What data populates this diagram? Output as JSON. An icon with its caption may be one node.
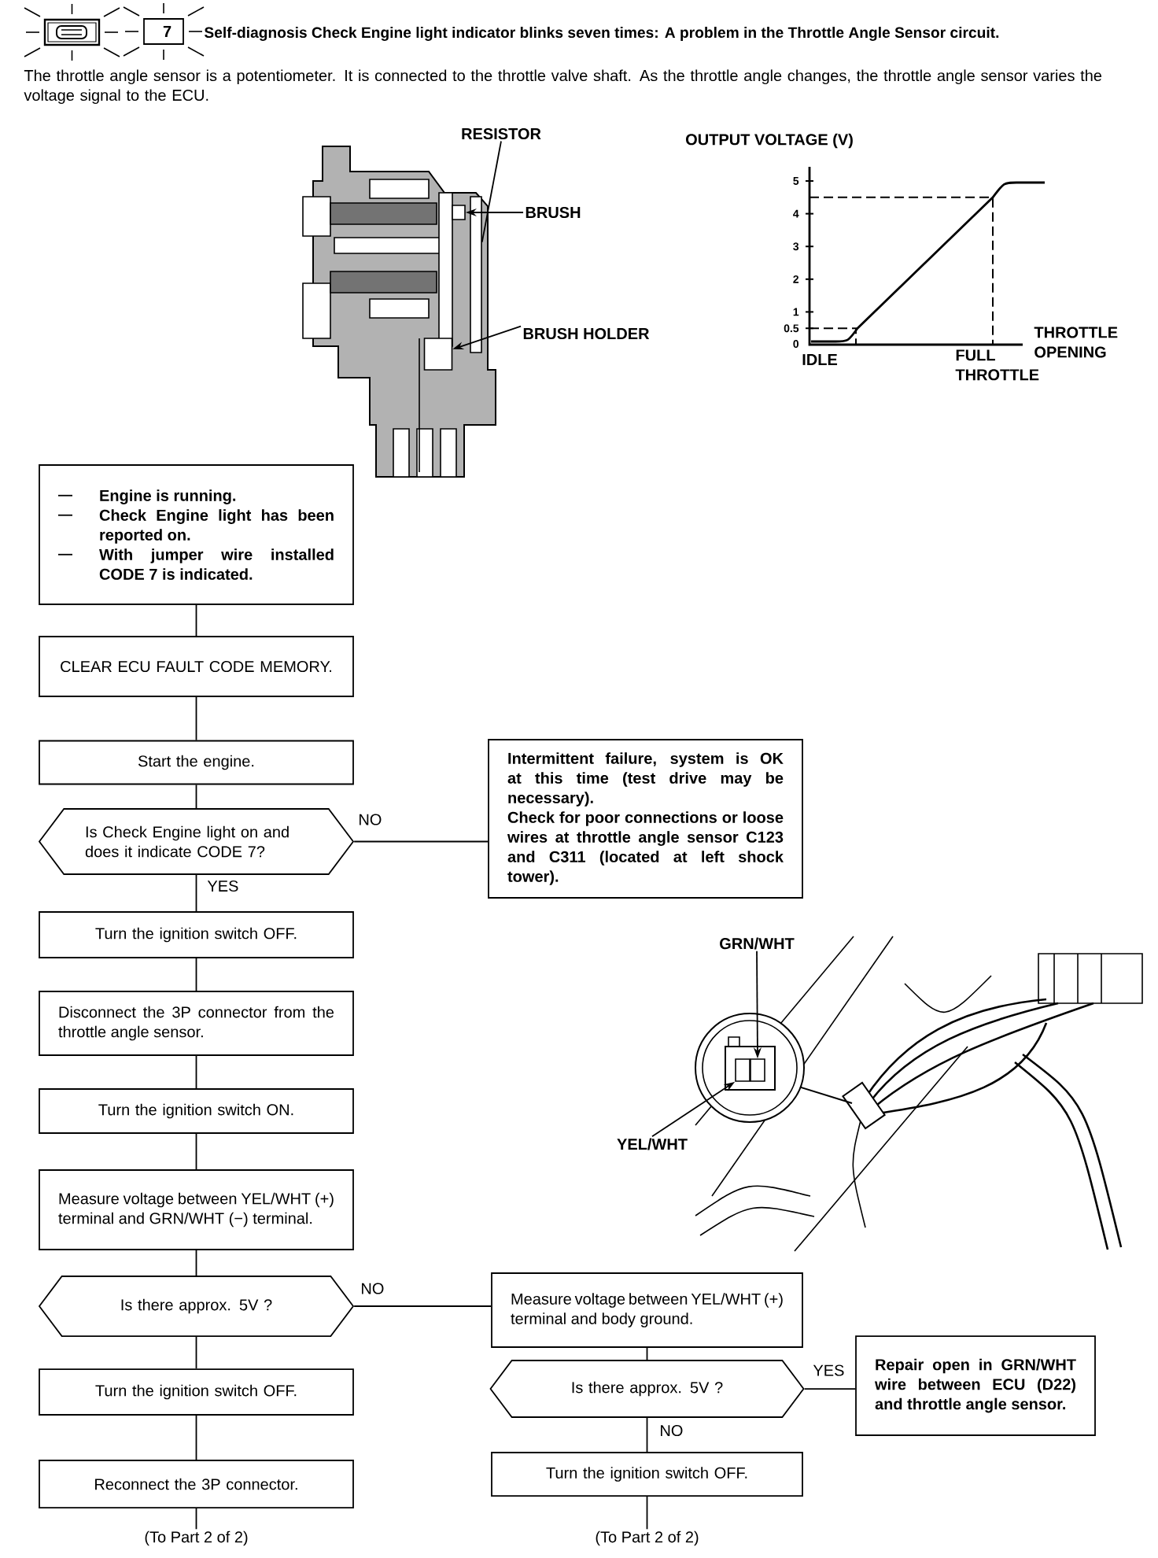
{
  "diagram": {
    "title": "Self-diagnosis Check Engine light indicator blinks seven times:  A problem in the Throttle Angle Sensor circuit.",
    "nodes": [
      {
        "text": [
          "7"
        ]
      },
      {
        "text": [
          "RESISTOR"
        ]
      },
      {
        "text": [
          "BRUSH"
        ]
      },
      {
        "text": [
          "BRUSH HOLDER"
        ]
      },
      {
        "text": [
          "Engine is running.",
          "Check Engine light has been reported on.",
          "With jumper wire installed CODE 7 is indicated."
        ]
      },
      {
        "text": [
          "CLEAR ECU FAULT CODE MEMORY."
        ]
      },
      {
        "text": [
          "Start the engine."
        ]
      },
      {
        "text": [
          "Is Check Engine light on and does it indicate CODE 7?"
        ]
      },
      {
        "text": [
          "Intermittent failure, system is OK at this time (test drive may be necessary).",
          "Check for poor connections or loose wires at throttle angle sensor C123 and C311 (located at left shock tower)."
        ]
      },
      {
        "text": [
          "Turn the ignition switch OFF."
        ]
      },
      {
        "text": [
          "Disconnect the 3P connector from the throttle angle sensor."
        ]
      },
      {
        "text": [
          "GRN/WHT"
        ]
      },
      {
        "text": [
          "Turn the ignition switch ON."
        ]
      },
      {
        "text": [
          "YEL/WHT"
        ]
      },
      {
        "text": [
          "Measure voltage between YEL/WHT (+) terminal and GRN/WHT (−) terminal."
        ]
      },
      {
        "text": [
          "Is there approx. 5V ?"
        ]
      },
      {
        "text": [
          "Measure voltage between YEL/WHT (+) terminal and body ground."
        ]
      },
      {
        "text": [
          "Turn the ignition switch OFF."
        ]
      },
      {
        "text": [
          "Is there approx. 5V ?"
        ]
      },
      {
        "text": [
          "Repair open in GRN/WHT wire between ECU (D22) and throttle angle sensor."
        ]
      },
      {
        "text": [
          "Reconnect the 3P connector."
        ]
      },
      {
        "text": [
          "Turn the ignition switch OFF."
        ]
      },
      {
        "text": [
          "(To Part 2 of 2)"
        ]
      },
      {
        "text": [
          "(To Part 2 of 2)"
        ]
      },
      {
        "text": [],
        "shape": "box"
      },
      {
        "text": [],
        "shape": "box"
      },
      {
        "text": [],
        "shape": "box"
      },
      {
        "text": [],
        "shape": "box"
      },
      {
        "text": [],
        "shape": "box"
      }
    ],
    "edges": [
      {
        "from": 1,
        "to": 24,
        "arrow": "none"
      },
      {
        "from": 2,
        "to": 25,
        "arrow": "to"
      },
      {
        "from": 3,
        "to": 26,
        "arrow": "to"
      },
      {
        "from": 4,
        "to": 5,
        "arrow": "none"
      },
      {
        "from": 5,
        "to": 6,
        "arrow": "none"
      },
      {
        "from": 6,
        "to": 7,
        "arrow": "none"
      },
      {
        "from": 7,
        "to": 8,
        "arrow": "none",
        "label": "NO"
      },
      {
        "from": 7,
        "to": 9,
        "arrow": "none",
        "label": "YES"
      },
      {
        "from": 9,
        "to": 10,
        "arrow": "none"
      },
      {
        "from": 10,
        "to": 12,
        "arrow": "none"
      },
      {
        "from": 12,
        "to": 14,
        "arrow": "none"
      },
      {
        "from": 14,
        "to": 15,
        "arrow": "none"
      },
      {
        "from": 15,
        "to": 16,
        "arrow": "none",
        "label": "NO"
      },
      {
        "from": 15,
        "to": 17,
        "arrow": "none"
      },
      {
        "from": 17,
        "to": 20,
        "arrow": "none"
      },
      {
        "from": 20,
        "to": 22,
        "arrow": "none"
      },
      {
        "from": 16,
        "to": 18,
        "arrow": "none"
      },
      {
        "from": 18,
        "to": 19,
        "arrow": "none",
        "label": "YES"
      },
      {
        "from": 18,
        "to": 21,
        "arrow": "none",
        "label": "NO"
      },
      {
        "from": 21,
        "to": 23,
        "arrow": "none"
      },
      {
        "from": 11,
        "to": 27,
        "arrow": "to"
      },
      {
        "from": 13,
        "to": 28,
        "arrow": "to"
      }
    ],
    "labels": [
      "The throttle angle sensor is a potentiometer. It is connected to the throttle valve shaft. As the throttle angle changes, the throttle angle sensor varies the voltage signal to the ECU.",
      "OUTPUT VOLTAGE (V)",
      "5",
      "4",
      "3",
      "2",
      "1",
      "0.5",
      "0",
      "IDLE",
      "FULL THROTTLE",
      "THROTTLE OPENING"
    ]
  }
}
